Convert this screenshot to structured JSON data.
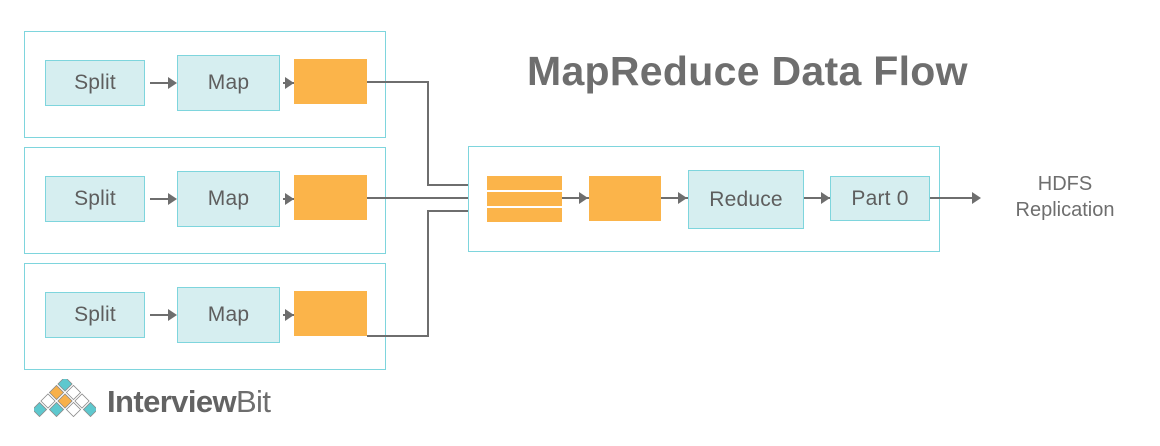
{
  "title": "MapReduce Data Flow",
  "theme": {
    "node_fill": "#d6eef0",
    "node_border": "#7ed5dd",
    "orange": "#fbb44a",
    "line": "#6e6e6e",
    "text": "#6e6e6e",
    "background": "#ffffff"
  },
  "map_stages": [
    {
      "split_label": "Split",
      "map_label": "Map"
    },
    {
      "split_label": "Split",
      "map_label": "Map"
    },
    {
      "split_label": "Split",
      "map_label": "Map"
    }
  ],
  "reduce_stage": {
    "shuffle_bar_count": 3,
    "reduce_label": "Reduce",
    "output_label": "Part 0"
  },
  "output": {
    "line1": "HDFS",
    "line2": "Replication"
  },
  "logo": {
    "word_bold": "Interview",
    "word_light": "Bit",
    "diamond_colors": {
      "teal": "#5ec8ce",
      "orange": "#f7b04a",
      "white": "#ffffff",
      "outline": "#8a8a8a"
    }
  }
}
